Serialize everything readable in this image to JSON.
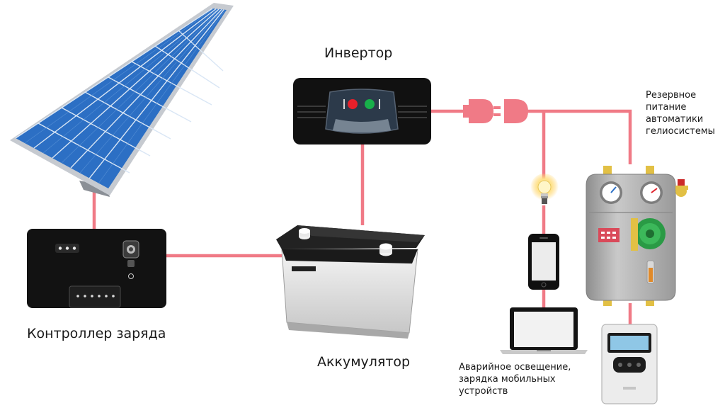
{
  "colors": {
    "wire": "#f07a86",
    "panel_cell": "#2c6fc4",
    "panel_frame": "#b8bcc2",
    "device_dark": "#121212",
    "led_red": "#e8202a",
    "led_green": "#18b04a",
    "station_gray": "#b3b3b3",
    "brass": "#e2c045"
  },
  "labels": {
    "inverter": "Инвертор",
    "controller": "Контроллер заряда",
    "battery": "Аккумулятор",
    "backup_lines": [
      "Резервное",
      "питание",
      "автоматики",
      "гелиосистемы"
    ],
    "emergency_lines": [
      "Аварийное освещение,",
      "зарядка мобильных",
      "устройств"
    ]
  },
  "icons": [
    "solar-panel-icon",
    "charge-controller-icon",
    "battery-icon",
    "inverter-icon",
    "power-plug-icon",
    "light-bulb-icon",
    "smartphone-icon",
    "laptop-icon",
    "pump-station-icon",
    "solar-controller-unit-icon"
  ]
}
